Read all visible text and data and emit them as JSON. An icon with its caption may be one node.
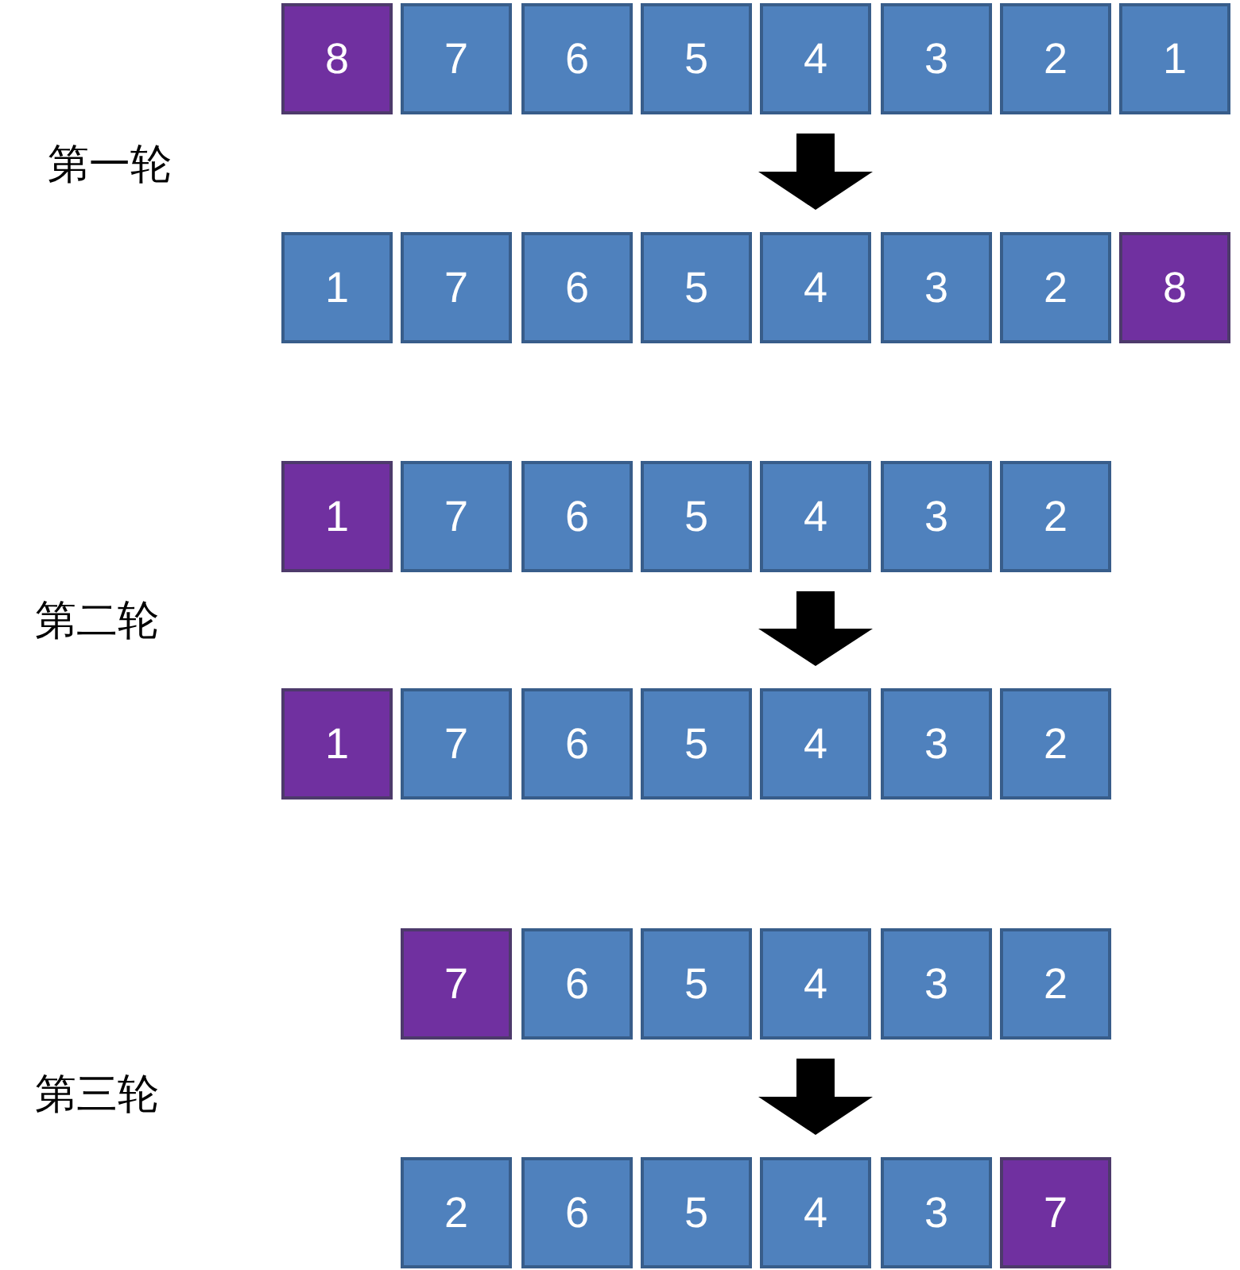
{
  "diagram": {
    "nodes": [
      {
        "text": [
          "8"
        ]
      },
      {
        "text": [
          "7"
        ]
      },
      {
        "text": [
          "6"
        ]
      },
      {
        "text": [
          "5"
        ]
      },
      {
        "text": [
          "4"
        ]
      },
      {
        "text": [
          "3"
        ]
      },
      {
        "text": [
          "2"
        ]
      },
      {
        "text": [
          "1"
        ]
      },
      {
        "text": [
          "1"
        ]
      },
      {
        "text": [
          "7"
        ]
      },
      {
        "text": [
          "6"
        ]
      },
      {
        "text": [
          "5"
        ]
      },
      {
        "text": [
          "4"
        ]
      },
      {
        "text": [
          "3"
        ]
      },
      {
        "text": [
          "2"
        ]
      },
      {
        "text": [
          "8"
        ]
      },
      {
        "text": [
          "1"
        ]
      },
      {
        "text": [
          "7"
        ]
      },
      {
        "text": [
          "6"
        ]
      },
      {
        "text": [
          "5"
        ]
      },
      {
        "text": [
          "4"
        ]
      },
      {
        "text": [
          "3"
        ]
      },
      {
        "text": [
          "2"
        ]
      },
      {
        "text": [
          "1"
        ]
      },
      {
        "text": [
          "7"
        ]
      },
      {
        "text": [
          "6"
        ]
      },
      {
        "text": [
          "5"
        ]
      },
      {
        "text": [
          "4"
        ]
      },
      {
        "text": [
          "3"
        ]
      },
      {
        "text": [
          "2"
        ]
      },
      {
        "text": [
          "7"
        ]
      },
      {
        "text": [
          "6"
        ]
      },
      {
        "text": [
          "5"
        ]
      },
      {
        "text": [
          "4"
        ]
      },
      {
        "text": [
          "3"
        ]
      },
      {
        "text": [
          "2"
        ]
      },
      {
        "text": [
          "2"
        ]
      },
      {
        "text": [
          "6"
        ]
      },
      {
        "text": [
          "5"
        ]
      },
      {
        "text": [
          "4"
        ]
      },
      {
        "text": [
          "3"
        ]
      },
      {
        "text": [
          "7"
        ]
      }
    ],
    "edges": [
      {
        "from": 4,
        "to": 12,
        "arrow": "to",
        "style": "thick"
      },
      {
        "from": 20,
        "to": 27,
        "arrow": "to",
        "style": "thick"
      },
      {
        "from": 33,
        "to": 39,
        "arrow": "to",
        "style": "thick"
      }
    ],
    "labels": [
      "第一轮",
      "第二轮",
      "第三轮"
    ]
  }
}
